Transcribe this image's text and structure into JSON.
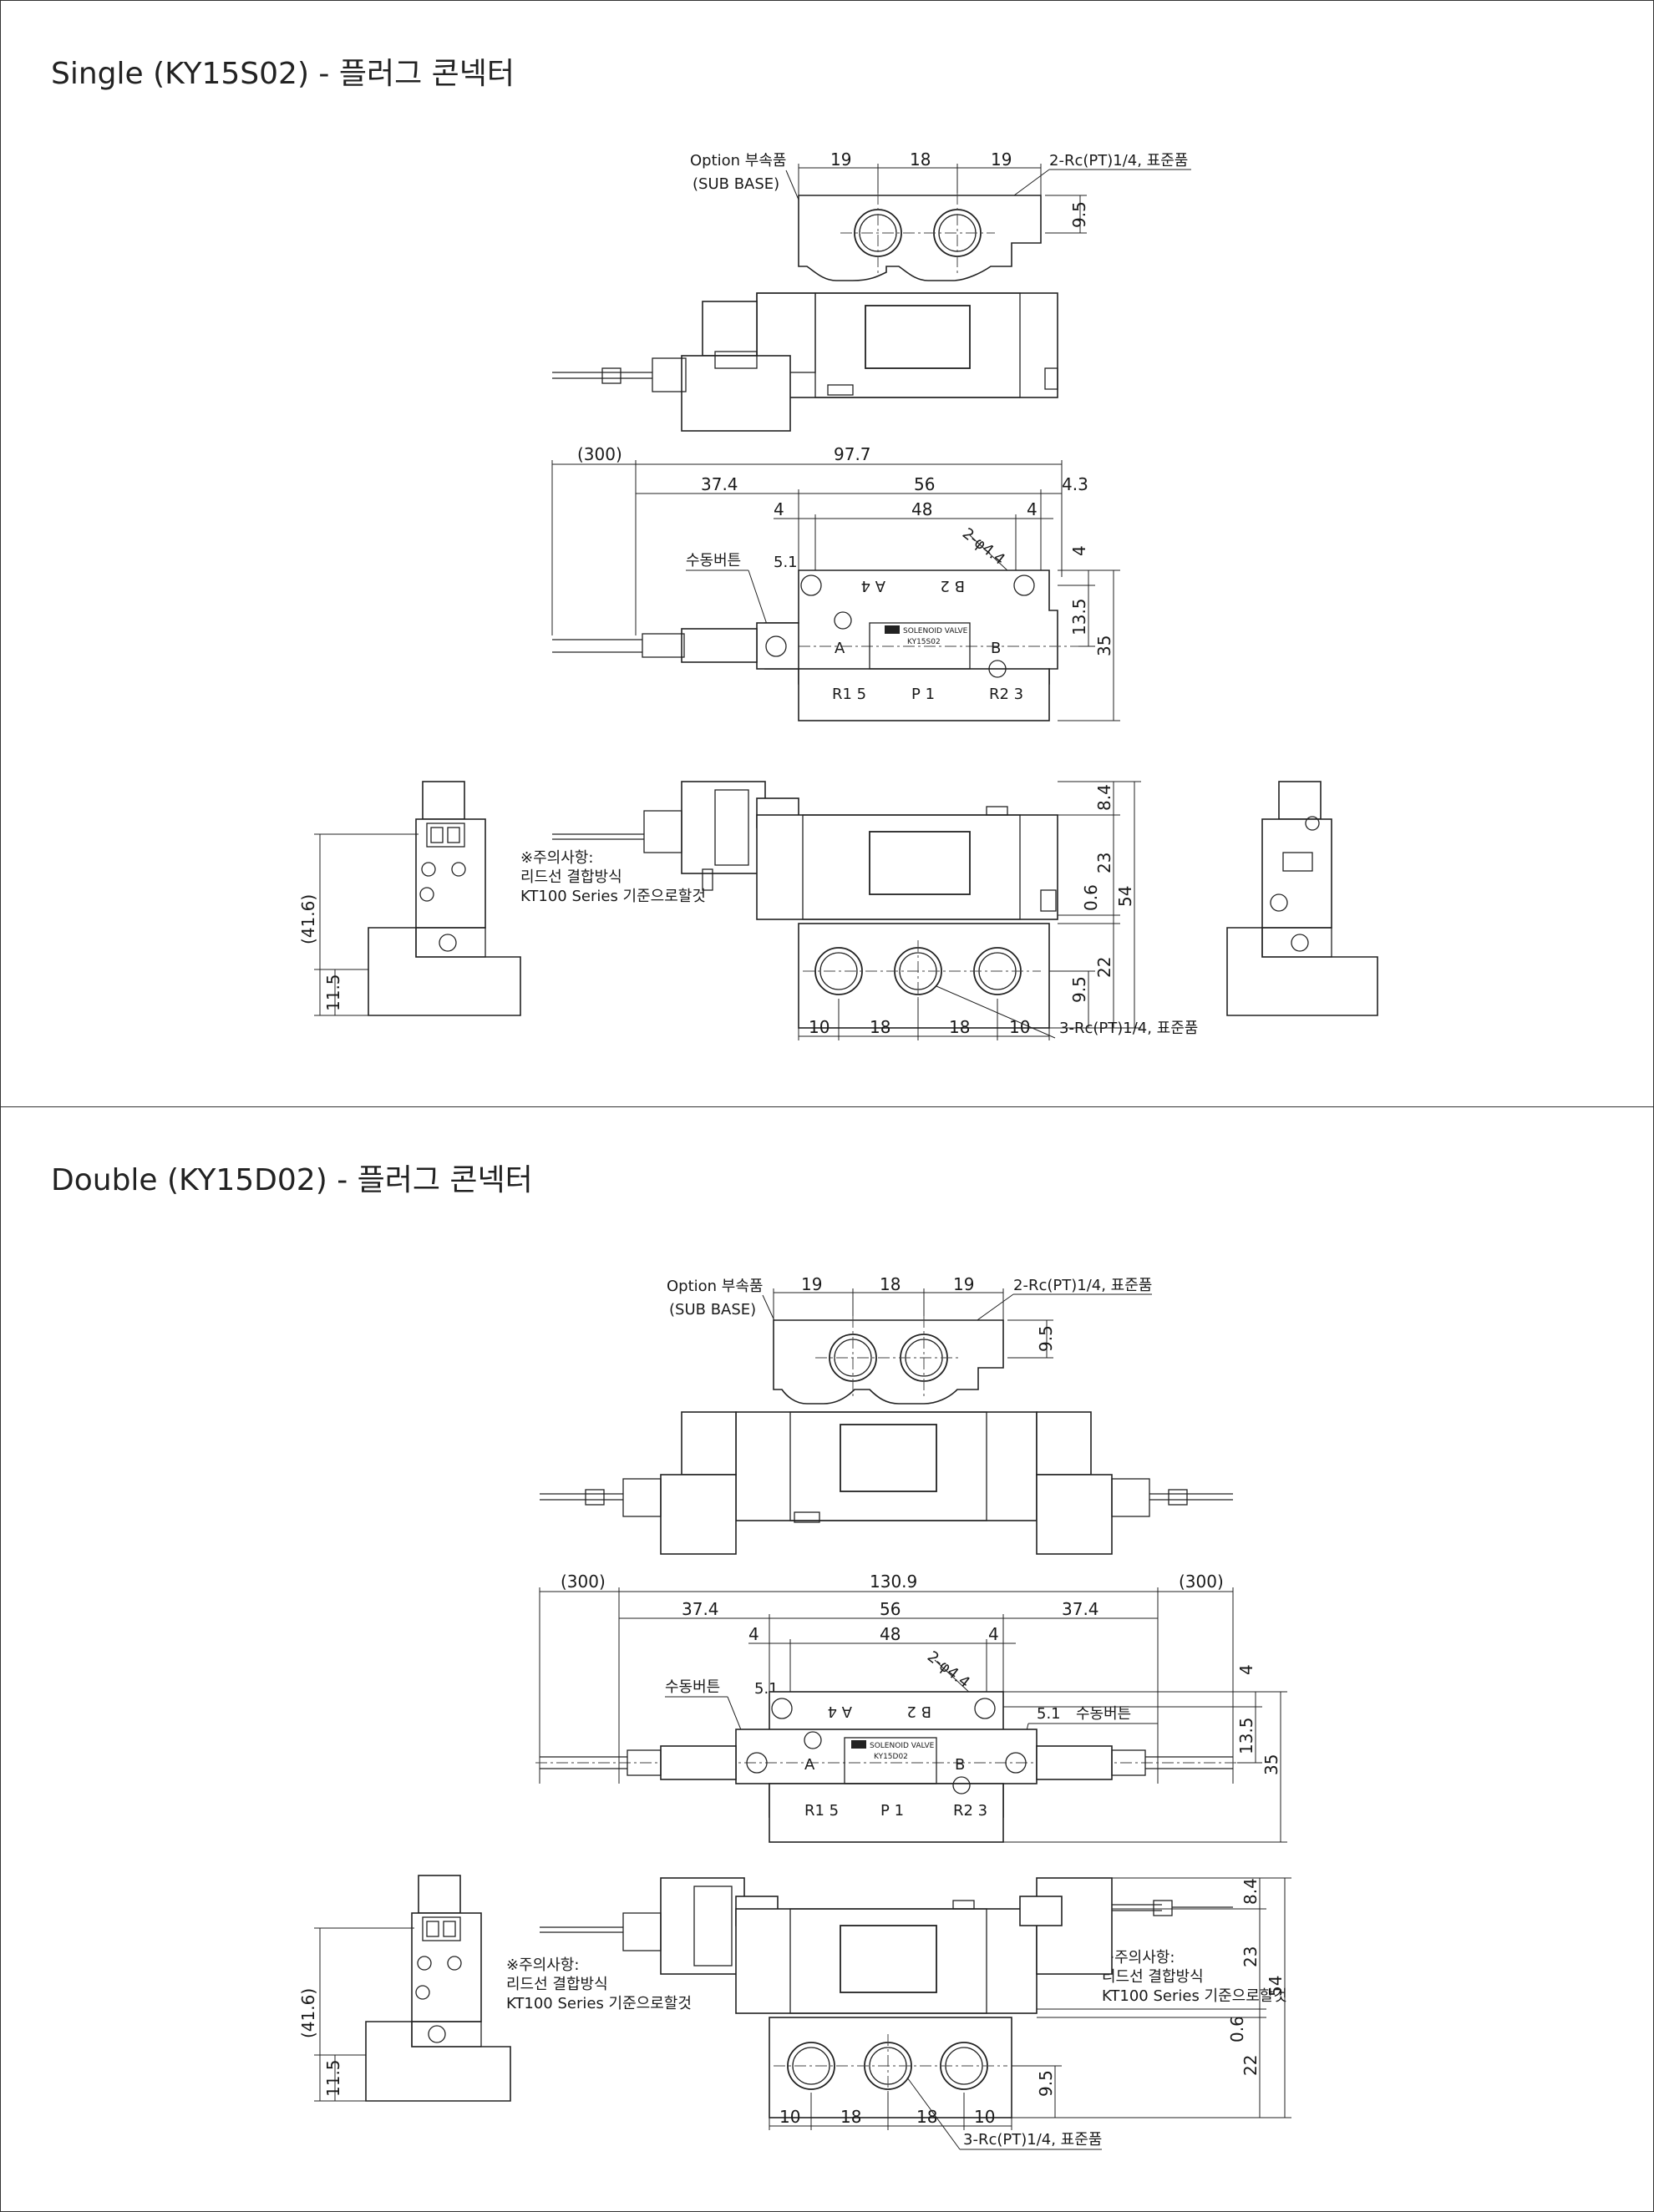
{
  "single": {
    "title": "Single (KY15S02) - 플러그 콘넥터",
    "option_label": "Option 부속품",
    "sub_base_label": "(SUB BASE)",
    "top_dims": [
      "19",
      "18",
      "19"
    ],
    "top_port_label": "2-Rc(PT)1/4, 표준품",
    "top_height": "9.5",
    "len_300": "(300)",
    "total_len": "97.7",
    "dim_37_4": "37.4",
    "dim_56": "56",
    "dim_4_3": "4.3",
    "dim_4a": "4",
    "dim_48": "48",
    "dim_4b": "4",
    "hole_label": "2-φ4.4",
    "manual_btn": "수동버튼",
    "dim_5_1": "5.1",
    "right_4": "4",
    "right_13_5": "13.5",
    "right_35": "35",
    "label_solenoid": "SOLENOID VALVE",
    "model": "KY15S02",
    "ports": {
      "a4": "A 4",
      "b2": "B 2",
      "a": "A",
      "b": "B",
      "r1": "R1 5",
      "p": "P 1",
      "r2": "R2 3"
    },
    "side_41_6": "(41.6)",
    "side_11_5": "11.5",
    "note_lines": [
      "※주의사항:",
      "리드선 결합방식",
      "KT100 Series 기준으로할것"
    ],
    "front_8_4": "8.4",
    "front_23": "23",
    "front_0_6": "0.6",
    "front_54": "54",
    "front_22": "22",
    "front_9_5": "9.5",
    "bottom_dims": [
      "10",
      "18",
      "18",
      "10"
    ],
    "bottom_port_label": "3-Rc(PT)1/4, 표준품"
  },
  "double": {
    "title": "Double (KY15D02) - 플러그 콘넥터",
    "option_label": "Option 부속품",
    "sub_base_label": "(SUB BASE)",
    "top_dims": [
      "19",
      "18",
      "19"
    ],
    "top_port_label": "2-Rc(PT)1/4, 표준품",
    "top_height": "9.5",
    "len_300_left": "(300)",
    "total_len": "130.9",
    "len_300_right": "(300)",
    "dim_37_4a": "37.4",
    "dim_56": "56",
    "dim_37_4b": "37.4",
    "dim_4a": "4",
    "dim_48": "48",
    "dim_4b": "4",
    "hole_label": "2-φ4.4",
    "manual_btn_left": "수동버튼",
    "dim_5_1_left": "5.1",
    "dim_5_1_right": "5.1",
    "manual_btn_right": "수동버튼",
    "right_4": "4",
    "right_13_5": "13.5",
    "right_35": "35",
    "label_solenoid": "SOLENOID VALVE",
    "model": "KY15D02",
    "ports": {
      "a4": "A 4",
      "b2": "B 2",
      "a": "A",
      "b": "B",
      "r1": "R1 5",
      "p": "P 1",
      "r2": "R2 3"
    },
    "side_41_6": "(41.6)",
    "side_11_5": "11.5",
    "note_left": [
      "※주의사항:",
      "리드선 결합방식",
      "KT100 Series 기준으로할것"
    ],
    "note_right": [
      "※주의사항:",
      "리드선 결합방식",
      "KT100 Series 기준으로할것"
    ],
    "front_8_4": "8.4",
    "front_23": "23",
    "front_54": "54",
    "front_0_6": "0.6",
    "front_22": "22",
    "front_9_5": "9.5",
    "bottom_dims": [
      "10",
      "18",
      "18",
      "10"
    ],
    "bottom_port_label": "3-Rc(PT)1/4, 표준품"
  }
}
